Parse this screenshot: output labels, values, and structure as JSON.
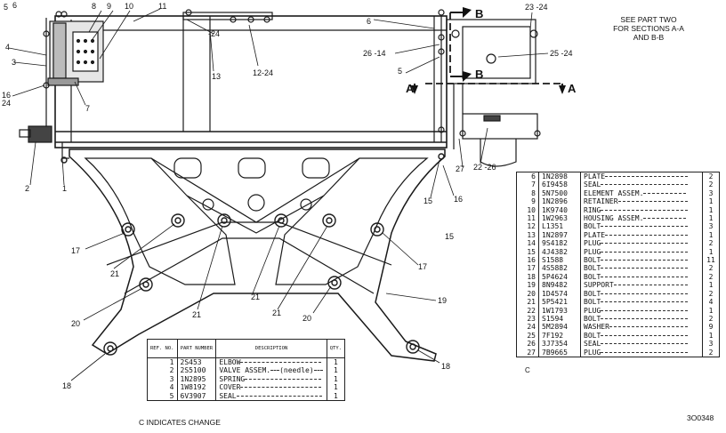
{
  "note": {
    "line1": "SEE PART TWO",
    "line2": "FOR SECTIONS A-A",
    "line3": "AND B-B"
  },
  "section_tags": {
    "b_top": "B",
    "b_mid": "B",
    "a_left": "A",
    "a_right": "A"
  },
  "callouts": [
    {
      "id": "c5",
      "text": "5"
    },
    {
      "id": "c6",
      "text": "6"
    },
    {
      "id": "c8",
      "text": "8"
    },
    {
      "id": "c9",
      "text": "9"
    },
    {
      "id": "c10",
      "text": "10"
    },
    {
      "id": "c11",
      "text": "11"
    },
    {
      "id": "c4",
      "text": "4"
    },
    {
      "id": "c3",
      "text": "3"
    },
    {
      "id": "c16",
      "text": "16"
    },
    {
      "id": "c24",
      "text": "24"
    },
    {
      "id": "c7",
      "text": "7"
    },
    {
      "id": "c2",
      "text": "2"
    },
    {
      "id": "c1",
      "text": "1"
    },
    {
      "id": "c13",
      "text": "13"
    },
    {
      "id": "c12_24",
      "text": "12-24"
    },
    {
      "id": "c24top",
      "text": "-24"
    },
    {
      "id": "c6b",
      "text": "6"
    },
    {
      "id": "c26_14",
      "text": "26 -14"
    },
    {
      "id": "c5b",
      "text": "5"
    },
    {
      "id": "c23_24",
      "text": "23 -24"
    },
    {
      "id": "c25_24",
      "text": "25 -24"
    },
    {
      "id": "c27",
      "text": "27"
    },
    {
      "id": "c22_26",
      "text": "22 -26"
    },
    {
      "id": "c15a",
      "text": "15"
    },
    {
      "id": "c16b",
      "text": "16"
    },
    {
      "id": "c15b",
      "text": "15"
    },
    {
      "id": "c17a",
      "text": "17"
    },
    {
      "id": "c17b",
      "text": "17"
    },
    {
      "id": "c21a",
      "text": "21"
    },
    {
      "id": "c21b",
      "text": "21"
    },
    {
      "id": "c21c",
      "text": "21"
    },
    {
      "id": "c21d",
      "text": "21"
    },
    {
      "id": "c20a",
      "text": "20"
    },
    {
      "id": "c20b",
      "text": "20"
    },
    {
      "id": "c19",
      "text": "19"
    },
    {
      "id": "c18a",
      "text": "18"
    },
    {
      "id": "c18b",
      "text": "18"
    }
  ],
  "right_table": {
    "rows": [
      {
        "ref": "6",
        "pn": "1N2898",
        "desc": "PLATE",
        "qty": "2"
      },
      {
        "ref": "7",
        "pn": "6I9458",
        "desc": "SEAL",
        "qty": "2"
      },
      {
        "ref": "8",
        "pn": "5N7500",
        "desc": "ELEMENT ASSEM.",
        "qty": "3"
      },
      {
        "ref": "9",
        "pn": "1N2896",
        "desc": "RETAINER",
        "qty": "1"
      },
      {
        "ref": "10",
        "pn": "1K9740",
        "desc": "RING",
        "qty": "1"
      },
      {
        "ref": "11",
        "pn": "1W2963",
        "desc": "HOUSING ASSEM.",
        "qty": "1"
      },
      {
        "ref": "12",
        "pn": "L1351",
        "desc": "BOLT",
        "qty": "3"
      },
      {
        "ref": "13",
        "pn": "1N2897",
        "desc": "PLATE",
        "qty": "1"
      },
      {
        "ref": "14",
        "pn": "9S4182",
        "desc": "PLUG",
        "qty": "2"
      },
      {
        "ref": "15",
        "pn": "4J4382",
        "desc": "PLUG",
        "qty": "1"
      },
      {
        "ref": "16",
        "pn": "S1588",
        "desc": "BOLT",
        "qty": "11"
      },
      {
        "ref": "17",
        "pn": "4S5882",
        "desc": "BOLT",
        "qty": "2"
      },
      {
        "ref": "18",
        "pn": "5P4624",
        "desc": "BOLT",
        "qty": "2"
      },
      {
        "ref": "19",
        "pn": "8N9482",
        "desc": "SUPPORT",
        "qty": "1"
      },
      {
        "ref": "20",
        "pn": "1D4574",
        "desc": "BOLT",
        "qty": "2"
      },
      {
        "ref": "21",
        "pn": "5P5421",
        "desc": "BOLT",
        "qty": "4"
      },
      {
        "ref": "22",
        "pn": "1W1793",
        "desc": "PLUG",
        "qty": "1"
      },
      {
        "ref": "23",
        "pn": "S1594",
        "desc": "BOLT",
        "qty": "2"
      },
      {
        "ref": "24",
        "pn": "5M2894",
        "desc": "WASHER",
        "qty": "9"
      },
      {
        "ref": "25",
        "pn": "7F192",
        "desc": "BOLT",
        "qty": "1"
      },
      {
        "ref": "26",
        "pn": "3J7354",
        "desc": "SEAL",
        "qty": "3"
      },
      {
        "ref": "27",
        "pn": "7B9665",
        "desc": "PLUG",
        "qty": "2"
      }
    ],
    "change_mark": "C"
  },
  "left_table": {
    "headers": {
      "ref": "REF. NO.",
      "pn": "PART NUMBER",
      "desc": "DESCRIPTION",
      "qty": "QTY."
    },
    "rows": [
      {
        "ref": "1",
        "pn": "2S453",
        "desc": "ELBOW",
        "note": "",
        "qty": "1"
      },
      {
        "ref": "2",
        "pn": "2S5100",
        "desc": "VALVE ASSEM.",
        "note": "(needle)",
        "qty": "1"
      },
      {
        "ref": "3",
        "pn": "1N2895",
        "desc": "SPRING",
        "note": "",
        "qty": "1"
      },
      {
        "ref": "4",
        "pn": "1W8192",
        "desc": "COVER",
        "note": "",
        "qty": "1"
      },
      {
        "ref": "5",
        "pn": "6V3907",
        "desc": "SEAL",
        "note": "",
        "qty": "1"
      }
    ]
  },
  "change_note": "C INDICATES CHANGE",
  "drawing_number": "3O0348"
}
